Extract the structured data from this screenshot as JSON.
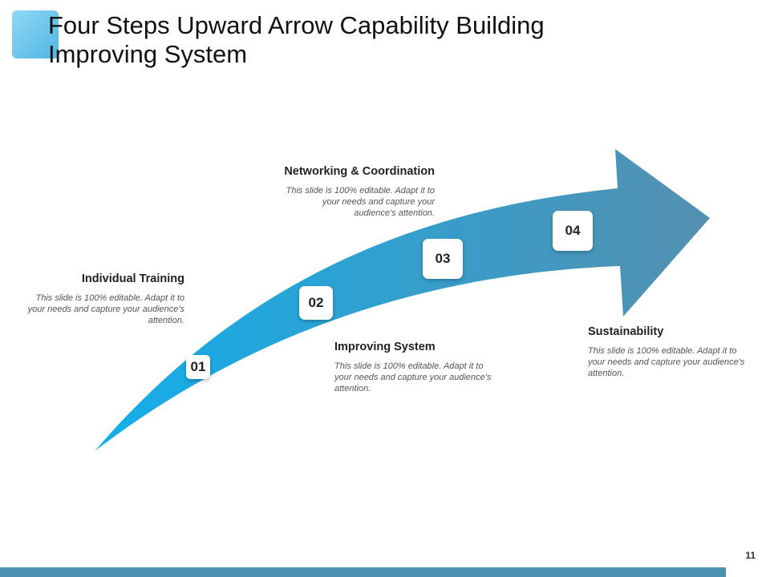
{
  "slide": {
    "title": "Four Steps Upward Arrow Capability Building Improving System",
    "page_number": "11"
  },
  "steps": [
    {
      "number": "01",
      "heading": "Individual Training",
      "description": "This slide is 100% editable. Adapt it to your needs and capture your audience's attention."
    },
    {
      "number": "02",
      "heading": "Improving System",
      "description": "This slide is 100% editable. Adapt it to your needs and capture your audience's attention."
    },
    {
      "number": "03",
      "heading": "Networking & Coordination",
      "description": "This slide is 100% editable. Adapt it to your needs and capture your audience's attention."
    },
    {
      "number": "04",
      "heading": "Sustainability",
      "description": "This slide is 100% editable. Adapt it to your needs and capture your audience's attention."
    }
  ],
  "colors": {
    "arrow_start": "#12aeeb",
    "arrow_end": "#5490b0",
    "footer": "#4e90b1"
  }
}
